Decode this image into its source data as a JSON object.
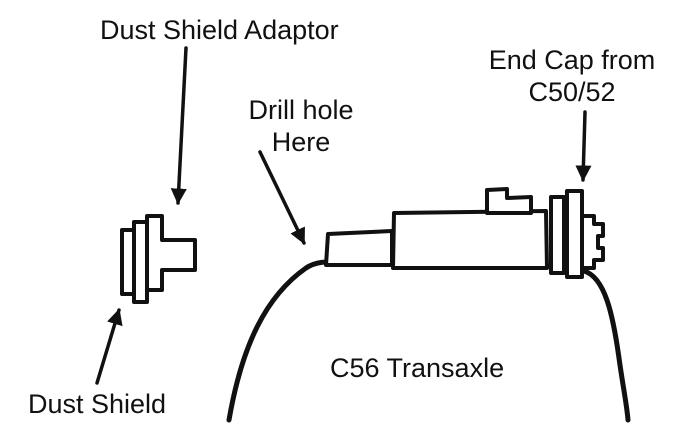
{
  "figure": {
    "background": "#ffffff",
    "ink_color": "#111111",
    "labels": {
      "dust_shield_adaptor": "Dust Shield Adaptor",
      "end_cap": {
        "line1": "End Cap from",
        "line2": "C50/52"
      },
      "drill_hole": {
        "line1": "Drill hole",
        "line2": "Here"
      },
      "dust_shield": "Dust Shield",
      "transaxle": "C56 Transaxle"
    }
  }
}
